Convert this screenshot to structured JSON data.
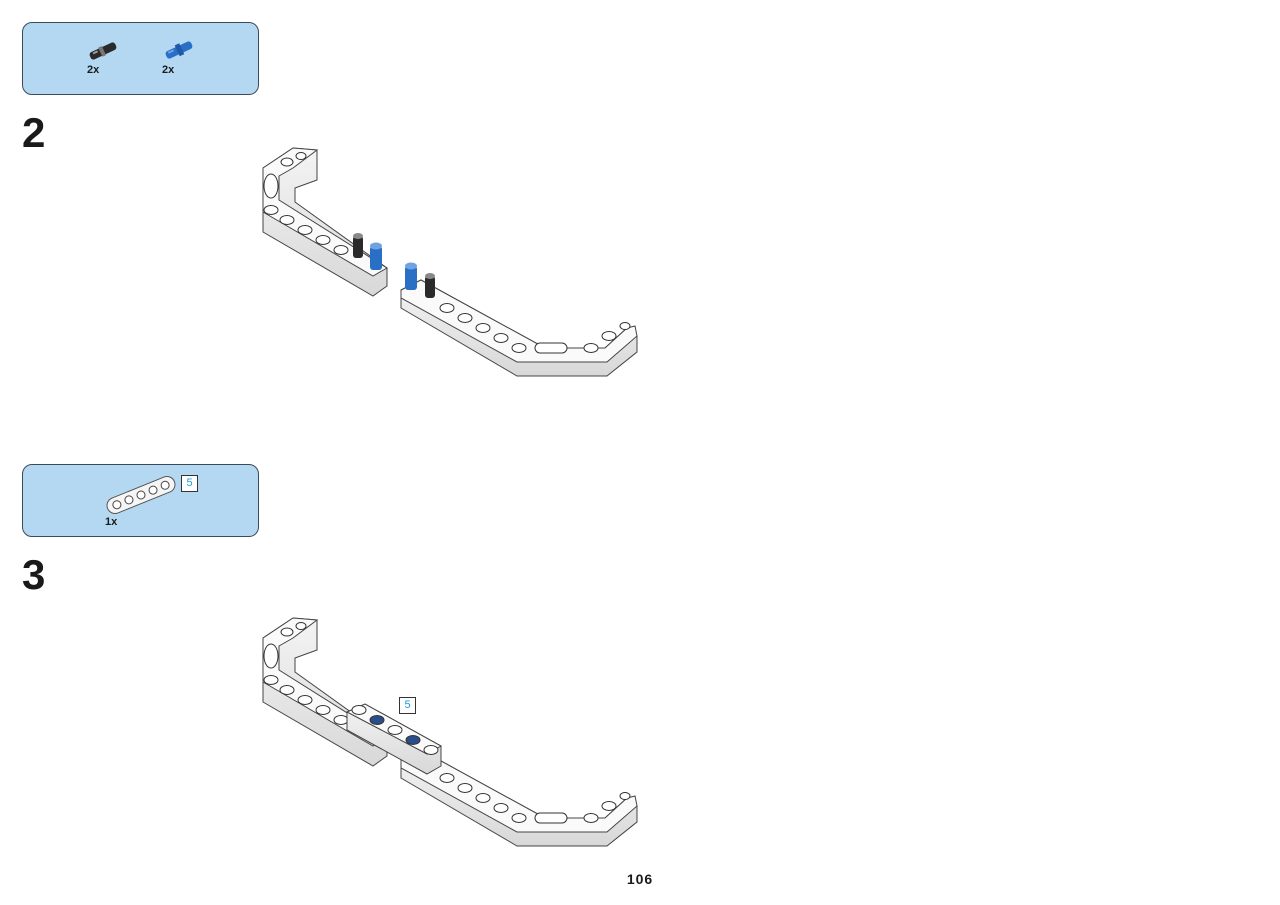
{
  "steps": [
    {
      "number": "2",
      "parts": [
        {
          "name": "black-friction-pin",
          "qty": "2x"
        },
        {
          "name": "blue-axle-pin",
          "qty": "2x"
        }
      ]
    },
    {
      "number": "3",
      "parts": [
        {
          "name": "white-beam-5",
          "qty": "1x",
          "length_label": "5"
        }
      ],
      "callout_length_label": "5"
    }
  ],
  "page_number": "106",
  "colors": {
    "parts_box_bg": "#b4d8f2",
    "pin_blue": "#2a6fc6",
    "pin_black": "#222222",
    "length_label": "#1aa0d8"
  }
}
